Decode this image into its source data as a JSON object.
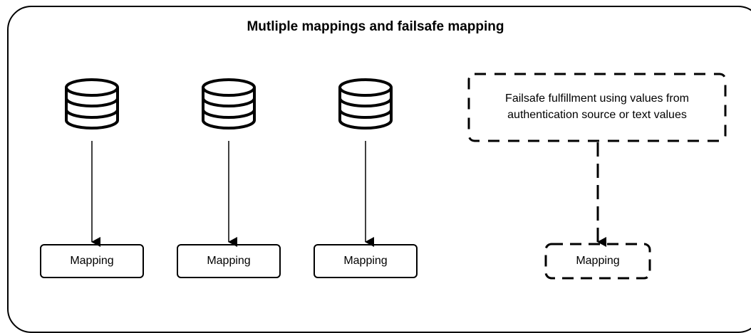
{
  "diagram": {
    "title": "Mutliple mappings and failsafe mapping",
    "sources": [
      {
        "name": "database-1",
        "target_label": "Mapping"
      },
      {
        "name": "database-2",
        "target_label": "Mapping"
      },
      {
        "name": "database-3",
        "target_label": "Mapping"
      }
    ],
    "failsafe": {
      "line1": "Failsafe fulfillment using values from",
      "line2": "authentication source or text values",
      "target_label": "Mapping"
    }
  }
}
